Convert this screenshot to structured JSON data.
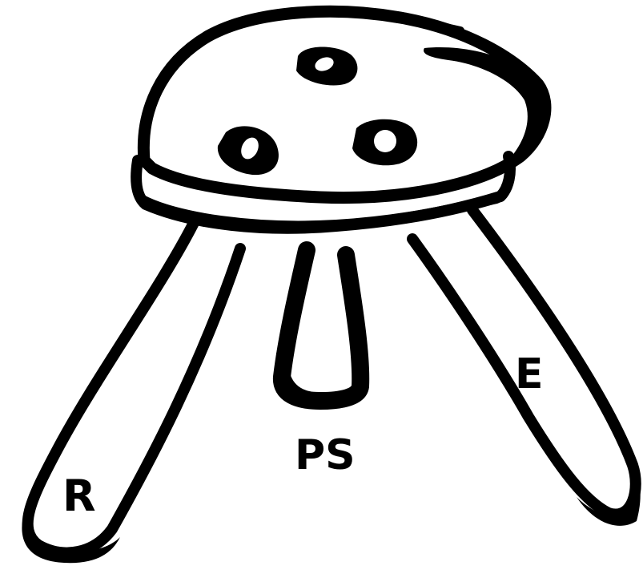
{
  "diagram": {
    "legs": [
      {
        "id": "left",
        "label": "R"
      },
      {
        "id": "middle",
        "label": "PS"
      },
      {
        "id": "right",
        "label": "E"
      }
    ],
    "colors": {
      "ink": "#000000",
      "paper": "#ffffff"
    }
  }
}
